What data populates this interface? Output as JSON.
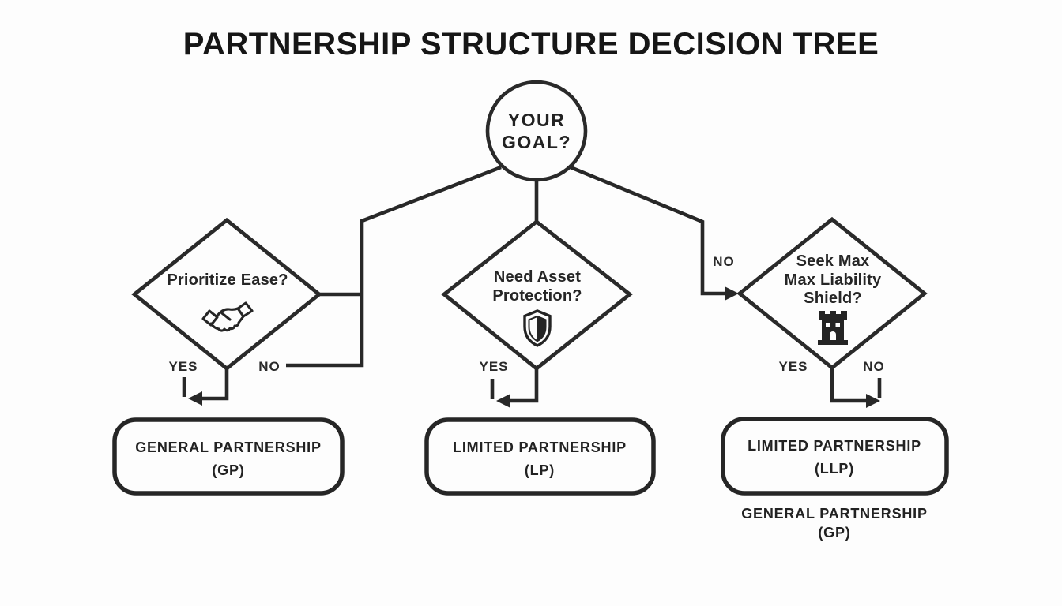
{
  "title": "PARTNERSHIP STRUCTURE DECISION TREE",
  "root_node": {
    "line1": "YOUR",
    "line2": "GOAL?"
  },
  "decisions": {
    "ease": {
      "question": "Prioritize Ease?",
      "icon": "handshake",
      "yes": "YES",
      "no": "NO"
    },
    "asset": {
      "question_line1": "Need Asset",
      "question_line2": "Protection?",
      "icon": "shield",
      "yes": "YES"
    },
    "liability": {
      "question_line1": "Seek Max",
      "question_line2": "Max Liability",
      "question_line3": "Shield?",
      "icon": "castle-tower",
      "yes": "YES",
      "no": "NO",
      "incoming_branch_label": "NO"
    }
  },
  "outcomes": {
    "gp": {
      "line1": "GENERAL PARTNERSHIP",
      "line2": "(GP)"
    },
    "lp": {
      "line1": "LIMITED PARTNERSHIP",
      "line2": "(LP)"
    },
    "llp": {
      "line1": "LIMITED PARTNERSHIP",
      "line2": "(LLP)"
    },
    "llp_footnote": {
      "line1": "GENERAL PARTNERSHIP",
      "line2": "(GP)"
    }
  },
  "colors": {
    "stroke": "#282828",
    "text": "#222222",
    "background": "#fdfdfd"
  }
}
